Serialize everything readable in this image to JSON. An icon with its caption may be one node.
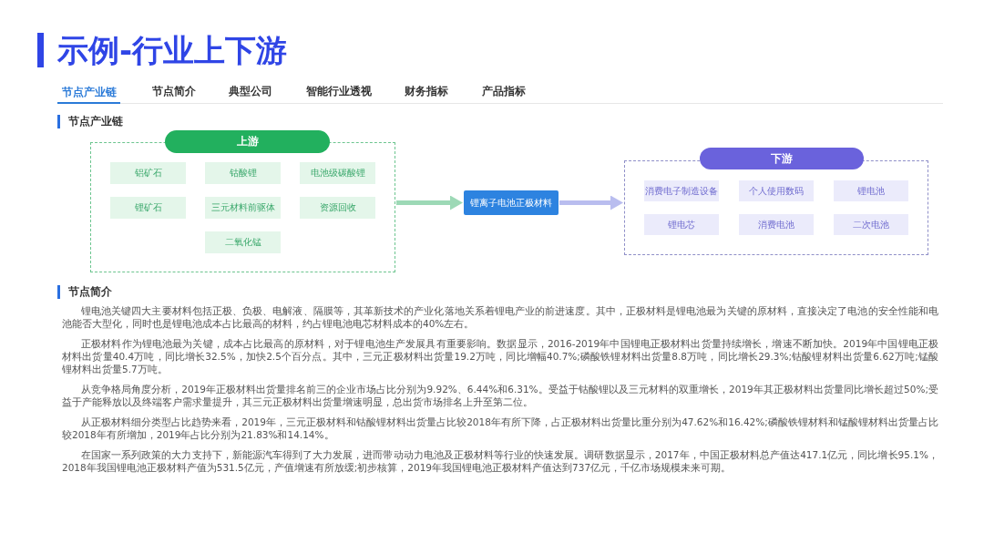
{
  "diagram": {
    "title": "示例-行业上下游",
    "nodes": [
      {
        "text": [
          "上游"
        ]
      },
      {
        "text": [
          "铝矿石"
        ],
        "in": 0
      },
      {
        "text": [
          "钴酸锂"
        ],
        "in": 0
      },
      {
        "text": [
          "电池级碳酸锂"
        ],
        "in": 0
      },
      {
        "text": [
          "锂矿石"
        ],
        "in": 0
      },
      {
        "text": [
          "三元材料前驱体"
        ],
        "in": 0
      },
      {
        "text": [
          "资源回收"
        ],
        "in": 0
      },
      {
        "text": [
          "二氧化锰"
        ],
        "in": 0
      },
      {
        "text": [
          "锂离子电池正极材料"
        ]
      },
      {
        "text": [
          "下游"
        ]
      },
      {
        "text": [
          "消费电子制造设备"
        ],
        "in": 9
      },
      {
        "text": [
          "个人使用数码"
        ],
        "in": 9
      },
      {
        "text": [
          "锂电池"
        ],
        "in": 9
      },
      {
        "text": [
          "锂电芯"
        ],
        "in": 9
      },
      {
        "text": [
          "消费电池"
        ],
        "in": 9
      },
      {
        "text": [
          "二次电池"
        ],
        "in": 9
      }
    ],
    "edges": [
      {
        "from": 0,
        "to": 8,
        "arrow": "to",
        "color": "#9dd9b6"
      },
      {
        "from": 8,
        "to": 9,
        "arrow": "to",
        "color": "#b9bdef"
      }
    ],
    "labels": [
      "节点产业链",
      "节点简介",
      "典型公司",
      "智能行业透视",
      "财务指标",
      "产品指标",
      "节点产业链",
      "节点简介",
      "锂电池关键四大主要材料包括正极、负极、电解液、隔膜等，其革新技术的产业化落地关系着锂电产业的前进速度。其中，正极材料是锂电池最为关键的原材料，直接决定了电池的安全性能和电池能否大型化，同时也是锂电池成本占比最高的材料，约占锂电池电芯材料成本的40%左右。",
      "正极材料作为锂电池最为关键，成本占比最高的原材料，对于锂电池生产发展具有重要影响。数据显示，2016-2019年中国锂电正极材料出货量持续增长，增速不断加快。2019年中国锂电正极材料出货量40.4万吨，同比增长32.5%，加快2.5个百分点。其中，三元正极材料出货量19.2万吨，同比增幅40.7%;磷酸铁锂材料出货量8.8万吨，同比增长29.3%;钴酸锂材料出货量6.62万吨;锰酸锂材料出货量5.7万吨。",
      "从竞争格局角度分析，2019年正极材料出货量排名前三的企业市场占比分别为9.92%、6.44%和6.31%。受益于钴酸锂以及三元材料的双重增长，2019年其正极材料出货量同比增长超过50%;受益于产能释放以及终端客户需求量提升，其三元正极材料出货量增速明显，总出货市场排名上升至第二位。",
      "从正极材料细分类型占比趋势来看，2019年，三元正极材料和钴酸锂材料出货量占比较2018年有所下降，占正极材料出货量比重分别为47.62%和16.42%;磷酸铁锂材料和锰酸锂材料出货量占比较2018年有所增加，2019年占比分别为21.83%和14.14%。",
      "在国家一系列政策的大力支持下，新能源汽车得到了大力发展，进而带动动力电池及正极材料等行业的快速发展。调研数据显示，2017年，中国正极材料总产值达417.1亿元，同比增长95.1%，2018年我国锂电池正极材料产值为531.5亿元，产值增速有所放缓;初步核算，2019年我国锂电池正极材料产值达到737亿元，千亿市场规模未来可期。"
    ]
  }
}
